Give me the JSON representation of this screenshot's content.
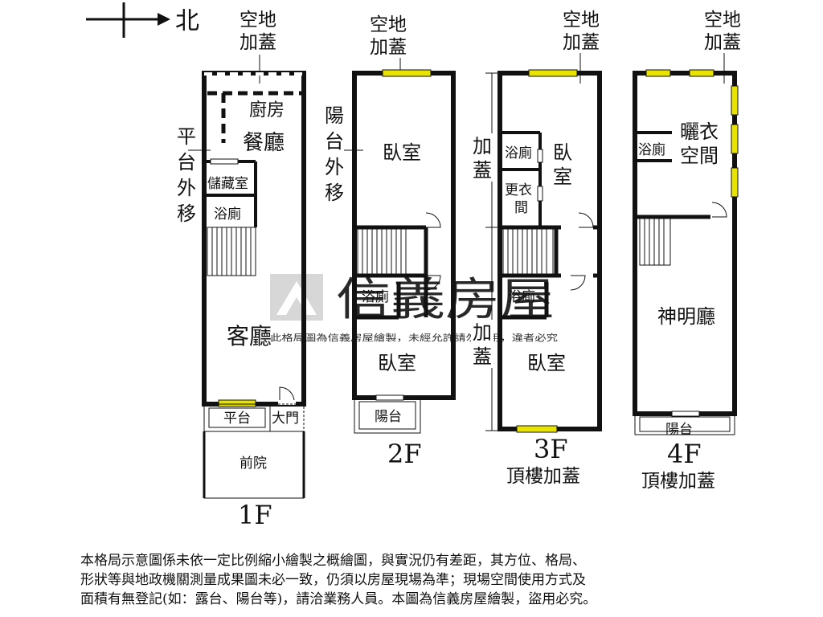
{
  "compass": {
    "north_label": "北"
  },
  "floors": [
    {
      "id": "1F",
      "name": "1F",
      "top_note": "空地加蓋",
      "side_note": "平台外移",
      "rooms": {
        "kitchen": "廚房",
        "dining": "餐廳",
        "storage": "儲藏室",
        "bath": "浴廁",
        "living": "客廳",
        "platform": "平台",
        "main_door": "大門",
        "front_yard": "前院"
      }
    },
    {
      "id": "2F",
      "name": "2F",
      "top_note": "空地加蓋",
      "side_note": "陽台外移",
      "rooms": {
        "bedroom_back": "臥室",
        "bath": "浴廁",
        "bedroom_front": "臥室",
        "balcony": "陽台"
      }
    },
    {
      "id": "3F",
      "name": "3F",
      "sub_note": "頂樓加蓋",
      "top_note": "空地加蓋",
      "side_note_upper": "加蓋",
      "side_note_lower": "加蓋",
      "rooms": {
        "bath_upper": "浴廁",
        "bedroom_back": "臥室",
        "dressing": "更衣間",
        "bath_lower": "浴廁",
        "bedroom_front": "臥室"
      }
    },
    {
      "id": "4F",
      "name": "4F",
      "sub_note": "頂樓加蓋",
      "top_note": "空地加蓋",
      "rooms": {
        "bath": "浴廁",
        "drying": "曬衣空間",
        "shrine": "神明廳",
        "balcony": "陽台"
      }
    }
  ],
  "watermark": {
    "brand": "信義房屋",
    "notice": "此格局圖為信義房屋繪製，未經允許請勿使用，違者必究"
  },
  "disclaimer_lines": [
    "本格局示意圖係未依一定比例縮小繪製之概繪圖，與實況仍有差距，其方位、格局、",
    "形狀等與地政機關測量成果圖未必一致，仍須以房屋現場為準；現場空間使用方式及",
    "面積有無登記(如：露台、陽台等)，請洽業務人員。本圖為信義房屋繪製，盜用必究。"
  ],
  "colors": {
    "wall": "#111111",
    "window": "#e8e400",
    "watermark": "#c9c9c9"
  }
}
